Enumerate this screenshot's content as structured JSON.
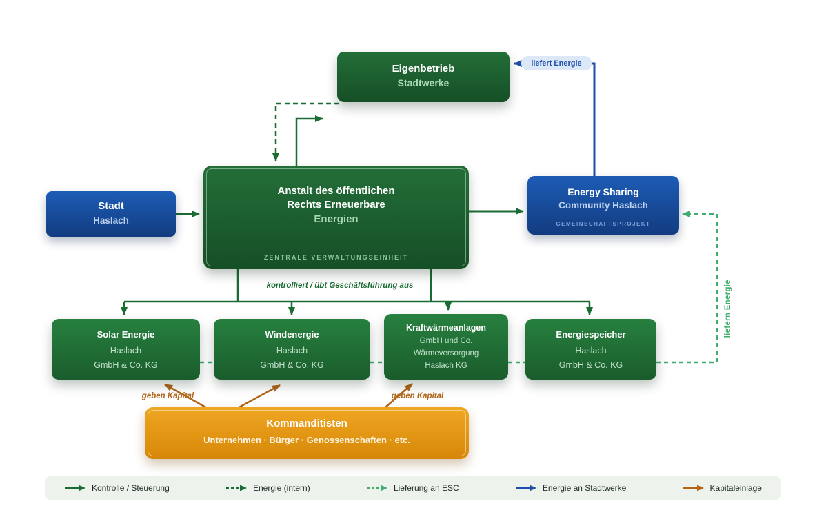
{
  "colors": {
    "dark_green": "#1b6b35",
    "light_green": "#3fae6e",
    "blue": "#1d4fa8",
    "brown": "#b06519",
    "box_green": "#20713a",
    "box_blue": "#174ea0",
    "box_orange": "#e39a15"
  },
  "nodes": {
    "eigenbetrieb": {
      "title": "Eigenbetrieb",
      "subtitle": "Stadtwerke"
    },
    "stadt": {
      "title": "Stadt",
      "subtitle": "Haslach"
    },
    "zentrale": {
      "line1": "Anstalt des öffentlichen",
      "line2": "Rechts Erneuerbare",
      "line3": "Energien",
      "caption": "ZENTRALE VERWALTUNGSEINHEIT"
    },
    "energy_sharing": {
      "title": "Energy Sharing",
      "subtitle": "Community Haslach",
      "caption": "GEMEINSCHAFTSPROJEKT"
    },
    "solar": {
      "title": "Solar Energie",
      "line1": "Haslach",
      "line2": "GmbH & Co. KG"
    },
    "wind": {
      "title": "Windenergie",
      "line1": "Haslach",
      "line2": "GmbH & Co. KG"
    },
    "kwk": {
      "title": "Kraftwärmeanlagen",
      "line1": "GmbH und Co.",
      "line2": "Wärmeversorgung",
      "line3": "Haslach KG"
    },
    "speicher": {
      "title": "Energiespeicher",
      "line1": "Haslach",
      "line2": "GmbH & Co. KG"
    },
    "kommanditisten": {
      "title": "Kommanditisten",
      "subtitle": "Unternehmen · Bürger · Genossenschaften · etc."
    }
  },
  "edge_labels": {
    "liefert_energie": "liefert Energie",
    "kontrolliert": "kontrolliert / übt Geschäftsführung aus",
    "geben_kapital_left": "geben Kapital",
    "geben_kapital_right": "geben Kapital",
    "liefern_energie": "liefern Energie"
  },
  "legend": {
    "items": [
      {
        "label": "Kontrolle / Steuerung",
        "style": "solid",
        "color": "#1b6b35"
      },
      {
        "label": "Energie (intern)",
        "style": "dashed",
        "color": "#1b6b35"
      },
      {
        "label": "Lieferung an ESC",
        "style": "dashed",
        "color": "#3fae6e"
      },
      {
        "label": "Energie an Stadtwerke",
        "style": "solid",
        "color": "#1d4fa8"
      },
      {
        "label": "Kapitaleinlage",
        "style": "solid",
        "color": "#b06519"
      }
    ]
  }
}
